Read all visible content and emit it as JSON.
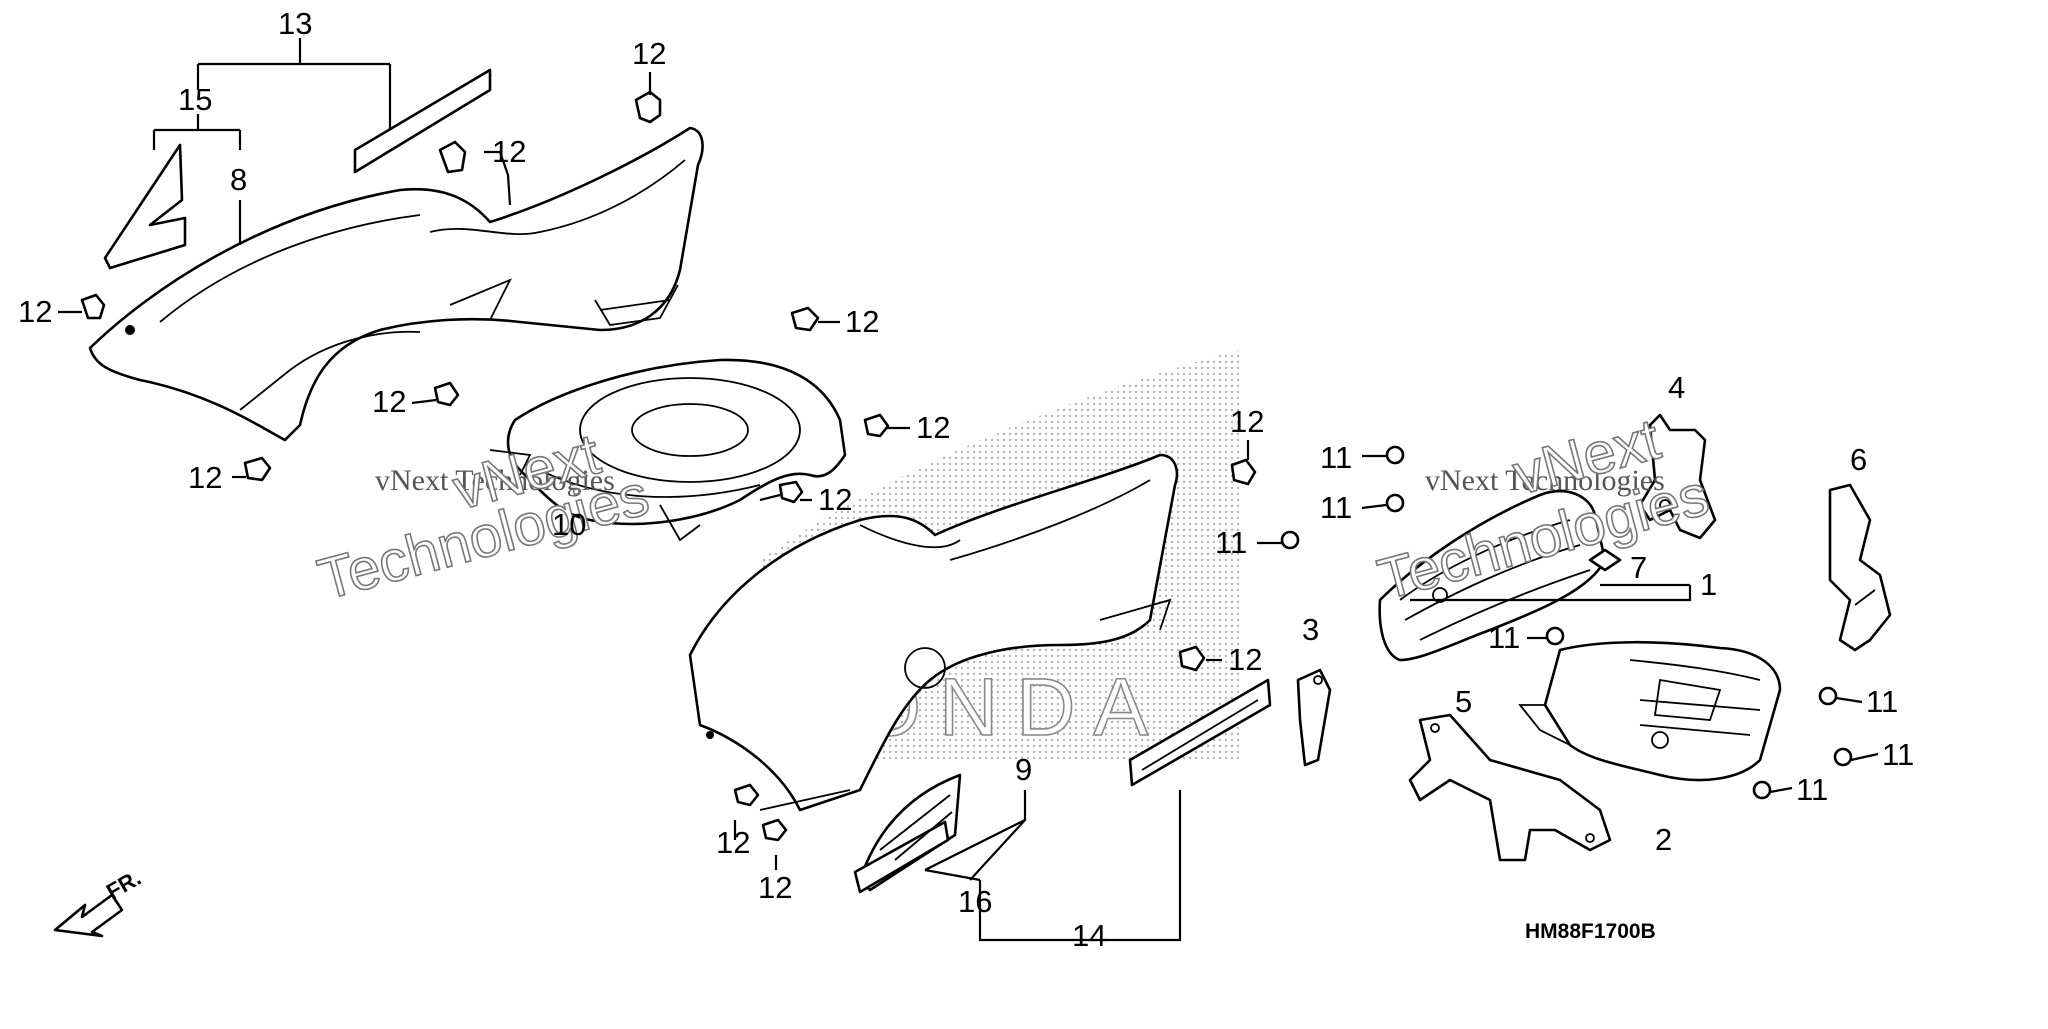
{
  "diagram": {
    "diagram_code": "HM88F1700B",
    "direction_label": "FR.",
    "watermark": {
      "line1": "vNext Technologies",
      "big_a": "vNext",
      "big_b": "Technologies"
    },
    "decal_text": "HONDA",
    "callouts": {
      "c1": "1",
      "c2": "2",
      "c3": "3",
      "c4": "4",
      "c5": "5",
      "c6": "6",
      "c7": "7",
      "c8": "8",
      "c9": "9",
      "c10": "10",
      "c13": "13",
      "c14": "14",
      "c15": "15",
      "c16": "16",
      "c11a": "11",
      "c11b": "11",
      "c11c": "11",
      "c11d": "11",
      "c11e": "11",
      "c11f": "11",
      "c11g": "11",
      "c12a": "12",
      "c12b": "12",
      "c12c": "12",
      "c12d": "12",
      "c12e": "12",
      "c12f": "12",
      "c12g": "12",
      "c12h": "12",
      "c12i": "12",
      "c12j": "12",
      "c12k": "12",
      "c12l": "12"
    }
  }
}
